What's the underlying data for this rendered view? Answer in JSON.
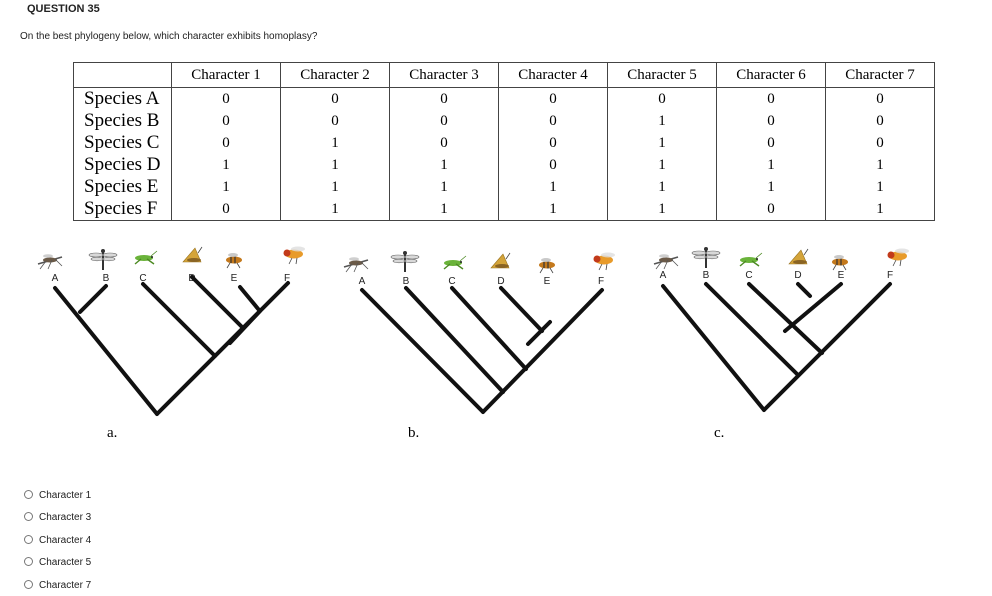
{
  "question": {
    "title": "QUESTION 35",
    "prompt": "On the best phylogeny below, which character exhibits homoplasy?"
  },
  "table": {
    "headers": [
      "Character 1",
      "Character 2",
      "Character 3",
      "Character 4",
      "Character 5",
      "Character 6",
      "Character 7"
    ],
    "rows": [
      {
        "species": "Species A",
        "values": [
          "0",
          "0",
          "0",
          "0",
          "0",
          "0",
          "0"
        ]
      },
      {
        "species": "Species B",
        "values": [
          "0",
          "0",
          "0",
          "0",
          "1",
          "0",
          "0"
        ]
      },
      {
        "species": "Species C",
        "values": [
          "0",
          "1",
          "0",
          "0",
          "1",
          "0",
          "0"
        ]
      },
      {
        "species": "Species D",
        "values": [
          "1",
          "1",
          "1",
          "0",
          "1",
          "1",
          "1"
        ]
      },
      {
        "species": "Species E",
        "values": [
          "1",
          "1",
          "1",
          "1",
          "1",
          "1",
          "1"
        ]
      },
      {
        "species": "Species F",
        "values": [
          "0",
          "1",
          "1",
          "1",
          "1",
          "0",
          "1"
        ]
      }
    ]
  },
  "trees": [
    {
      "name": "a.",
      "tips": [
        "A",
        "B",
        "C",
        "D",
        "E",
        "F"
      ]
    },
    {
      "name": "b.",
      "tips": [
        "A",
        "B",
        "C",
        "D",
        "E",
        "F"
      ]
    },
    {
      "name": "c.",
      "tips": [
        "A",
        "B",
        "C",
        "D",
        "E",
        "F"
      ]
    }
  ],
  "insect_icons": [
    "mosquito-icon",
    "dragonfly-icon",
    "grasshopper-icon",
    "moth-icon",
    "bee-icon",
    "fly-icon"
  ],
  "options": [
    {
      "label": "Character 1"
    },
    {
      "label": "Character 3"
    },
    {
      "label": "Character 4"
    },
    {
      "label": "Character 5"
    },
    {
      "label": "Character 7"
    }
  ]
}
